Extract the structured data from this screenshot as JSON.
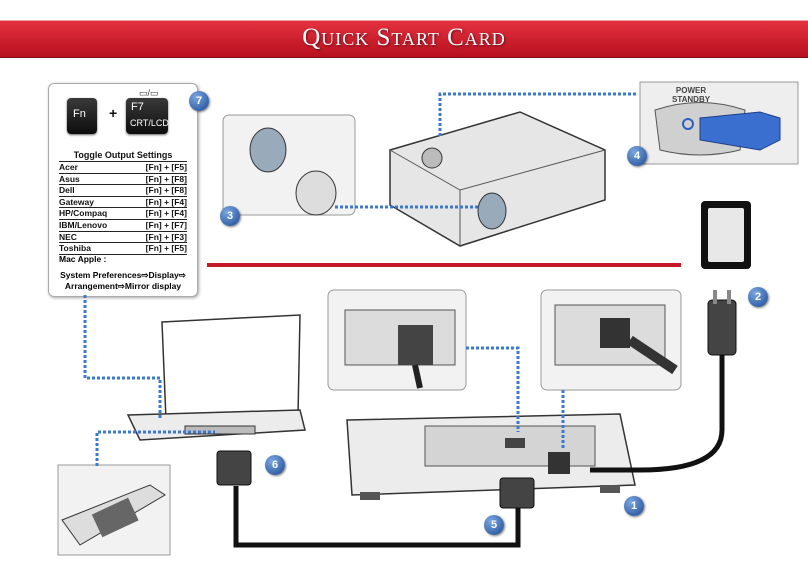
{
  "banner": {
    "title": "Quick Start Card"
  },
  "hotkeys": {
    "fn": "Fn",
    "f7": "F7",
    "f7_sub": "CRT/LCD",
    "plus": "+"
  },
  "toggle": {
    "title": "Toggle Output Settings",
    "rows": [
      {
        "brand": "Acer",
        "keys": "[Fn] + [F5]"
      },
      {
        "brand": "Asus",
        "keys": "[Fn] + [F8]"
      },
      {
        "brand": "Dell",
        "keys": "[Fn] + [F8]"
      },
      {
        "brand": "Gateway",
        "keys": "[Fn] + [F4]"
      },
      {
        "brand": "HP/Compaq",
        "keys": "[Fn] + [F4]"
      },
      {
        "brand": "IBM/Lenovo",
        "keys": "[Fn] + [F7]"
      },
      {
        "brand": "NEC",
        "keys": "[Fn] + [F3]"
      },
      {
        "brand": "Toshiba",
        "keys": "[Fn] + [F5]"
      }
    ],
    "mac_label": "Mac Apple :",
    "mac_line1": "System Preferences⇨Display⇨",
    "mac_line2": "Arrangement⇨Mirror display"
  },
  "power": {
    "line1": "POWER",
    "line2": "STANDBY"
  },
  "steps": {
    "s1": "1",
    "s2": "2",
    "s3": "3",
    "s4": "4",
    "s5": "5",
    "s6": "6",
    "s7": "7"
  },
  "colors": {
    "banner": "#c8182a",
    "badge": "#1c4a94",
    "guide_line": "#3b78d0"
  }
}
